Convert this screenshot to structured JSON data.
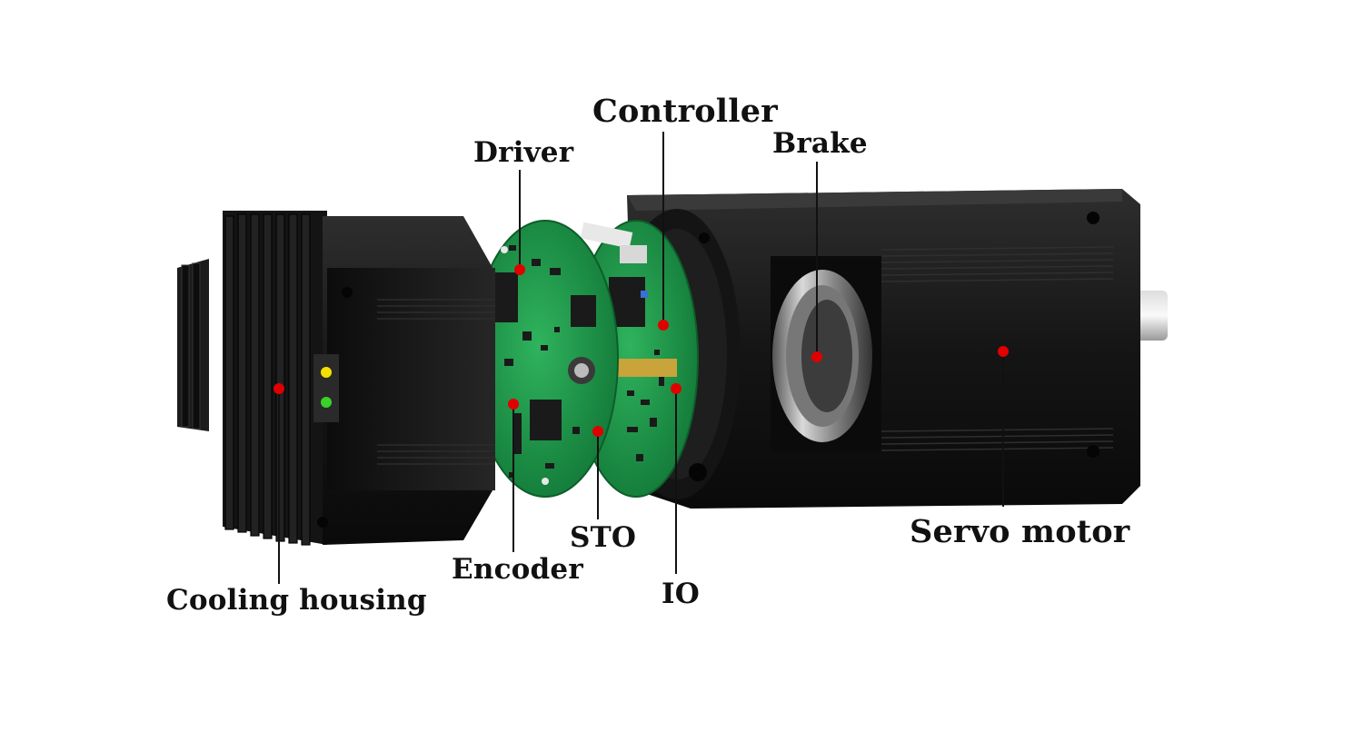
{
  "labels": {
    "cooling_housing": "Cooling housing",
    "driver": "Driver",
    "encoder": "Encoder",
    "sto": "STO",
    "controller": "Controller",
    "io": "IO",
    "brake": "Brake",
    "servo_motor": "Servo motor"
  },
  "colors": {
    "background": "#ffffff",
    "housing": "#1a1a1a",
    "pcb": "#1f9a4e",
    "marker": "#e00000",
    "leader_line": "#111111",
    "led_yellow": "#f5e000",
    "led_green": "#39d12a"
  }
}
